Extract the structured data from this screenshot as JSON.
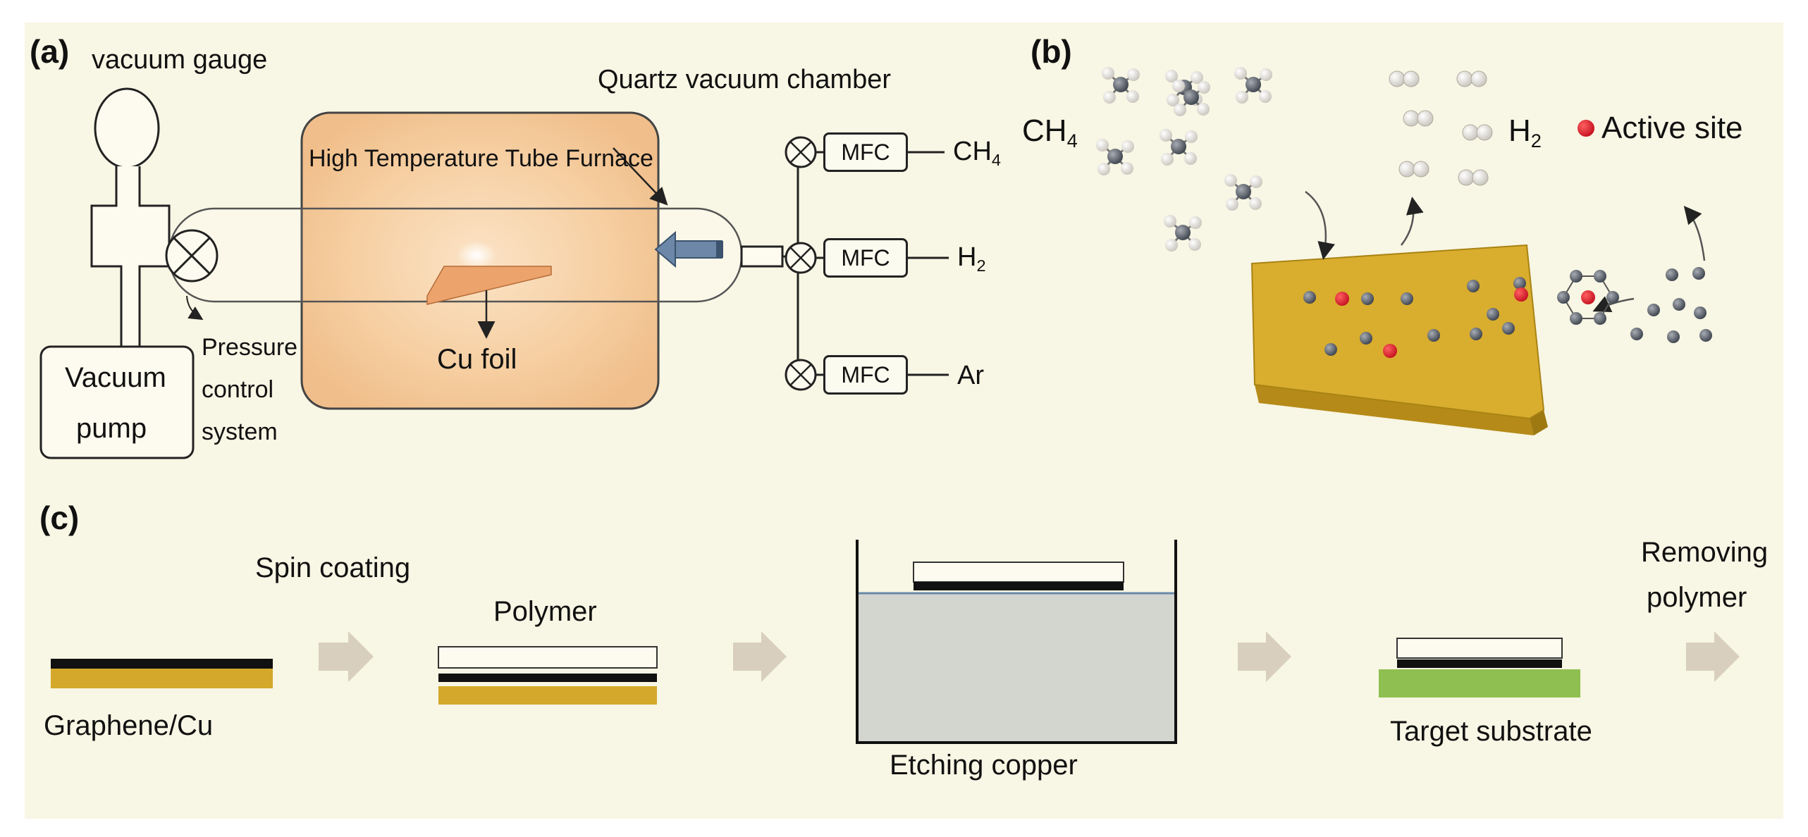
{
  "panel_a": {
    "label": "(a)",
    "vacuum_gauge": "vacuum gauge",
    "quartz_chamber": "Quartz  vacuum chamber",
    "furnace": "High Temperature Tube Furnace",
    "cu_foil": "Cu foil",
    "vacuum_pump_line1": "Vacuum",
    "vacuum_pump_line2": "pump",
    "pressure_line1": "Pressure",
    "pressure_line2": "control",
    "pressure_line3": "system",
    "mfc_label": "MFC",
    "gases": [
      {
        "main": "CH",
        "sub": "4"
      },
      {
        "main": "H",
        "sub": "2"
      },
      {
        "main": "Ar",
        "sub": ""
      }
    ]
  },
  "panel_b": {
    "label": "(b)",
    "ch4_main": "CH",
    "ch4_sub": "4",
    "h2_main": "H",
    "h2_sub": "2",
    "active_site": "Active site"
  },
  "panel_c": {
    "label": "(c)",
    "spin_coating": "Spin coating",
    "polymer": "Polymer",
    "graphene_cu": "Graphene/Cu",
    "etching": "Etching copper",
    "target": "Target substrate",
    "removing_line1": "Removing",
    "removing_line2": "polymer"
  },
  "colors": {
    "background": "#f8f6e4",
    "copper": "#d4a82a",
    "graphene": "#111111",
    "polymer": "#fdfbef",
    "etchant": "#d3d5cf",
    "target_substrate": "#8fbf50",
    "active_site": "#d42030",
    "carbon_atom": "#5e6470",
    "arrow": "#d8cfbe"
  }
}
